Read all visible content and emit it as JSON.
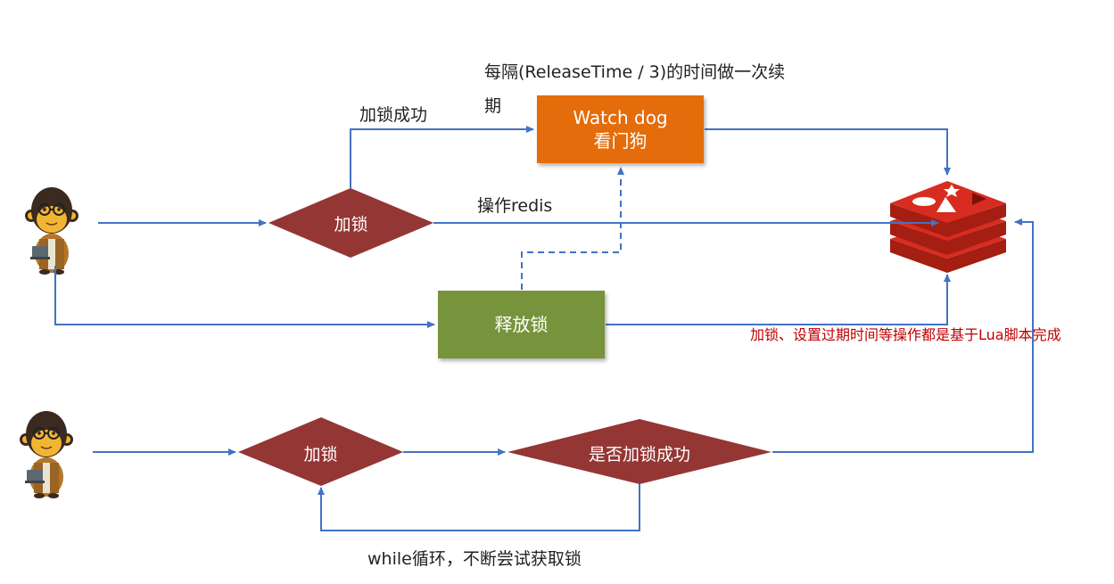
{
  "diagram": {
    "watchdog_note_line1": "每隔(ReleaseTime / 3)的时间做一次续",
    "watchdog_note_line2": "期",
    "lock_success_label": "加锁成功",
    "watchdog_title": "Watch dog",
    "watchdog_subtitle": "看门狗",
    "operate_redis_label": "操作redis",
    "lock_diamond_top": "加锁",
    "release_lock_box": "释放锁",
    "lua_note": "加锁、设置过期时间等操作都是基于Lua脚本完成",
    "lock_diamond_bottom": "加锁",
    "lock_success_check": "是否加锁成功",
    "retry_loop_label": "while循环，不断尝试获取锁"
  },
  "colors": {
    "arrow": "#4472c4",
    "diamond": "#943634",
    "watchdog_box": "#e46c0a",
    "release_box": "#77933c",
    "redis_red": "#d82c20",
    "note_red": "#c00000"
  },
  "icons": [
    "developer-avatar-icon",
    "redis-logo-icon"
  ]
}
